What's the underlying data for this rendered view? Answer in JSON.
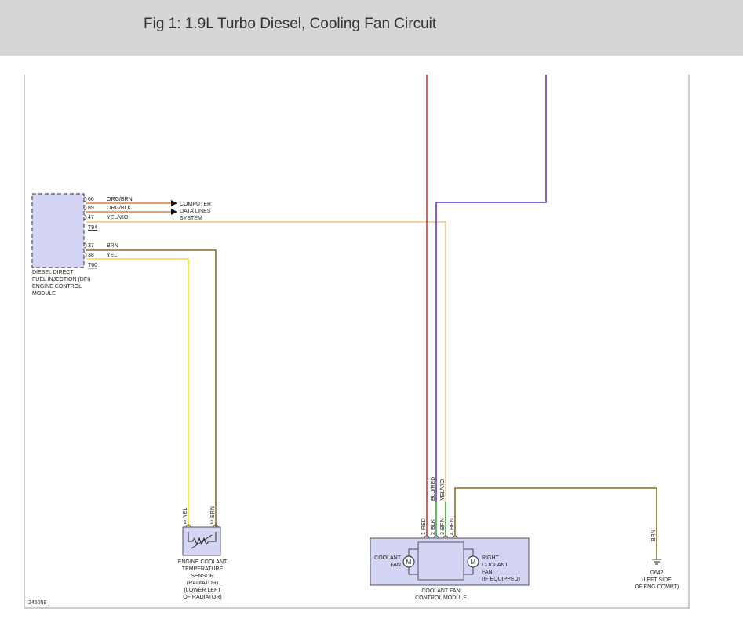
{
  "header": {
    "title": "Fig 1: 1.9L Turbo Diesel, Cooling Fan Circuit"
  },
  "figure_number": "245059",
  "colors": {
    "red": "#e53030",
    "purple": "#5a3fc8",
    "orange": "#e0822a",
    "peach": "#f4c08a",
    "brown": "#8b6a2a",
    "yellow": "#f2e63a",
    "green": "#39a845",
    "module_fill": "#d4d4f4",
    "module_stroke": "#555555"
  },
  "ecm": {
    "name_lines": [
      "DIESEL DIRECT",
      "FUEL INJECTION (DFI)",
      "ENGINE CONTROL",
      "MODULE"
    ],
    "connector_t94": "T94",
    "connector_t60": "T60",
    "pins": [
      {
        "pin": "66",
        "wire": "ORG/BRN"
      },
      {
        "pin": "89",
        "wire": "ORG/BLK"
      },
      {
        "pin": "47",
        "wire": "YEL/VIO"
      },
      {
        "pin": "37",
        "wire": "BRN"
      },
      {
        "pin": "38",
        "wire": "YEL"
      }
    ]
  },
  "data_lines": [
    "COMPUTER",
    "DATA LINES",
    "SYSTEM"
  ],
  "sensor": {
    "name_lines": [
      "ENGINE COOLANT",
      "TEMPERATURE",
      "SENSOR",
      "(RADIATOR)",
      "(LOWER LEFT",
      "OF RADIATOR)"
    ],
    "pins": [
      {
        "pin": "1",
        "wire": "YEL"
      },
      {
        "pin": "2",
        "wire": "BRN"
      }
    ]
  },
  "fan_module": {
    "name_lines": [
      "COOLANT FAN",
      "CONTROL MODULE"
    ],
    "pins": [
      {
        "pin": "1",
        "wire": "RED"
      },
      {
        "pin": "2",
        "wire": "BLK"
      },
      {
        "pin": "3",
        "wire": "BRN"
      },
      {
        "pin": "4",
        "wire": "BRN"
      }
    ],
    "splice_labels": [
      "BLU/RED",
      "YEL/VIO"
    ],
    "left_fan_lines": [
      "COOLANT",
      "FAN"
    ],
    "right_fan_lines": [
      "RIGHT",
      "COOLANT",
      "FAN",
      "(IF EQUIPPED)"
    ],
    "motor_symbol": "M"
  },
  "ground": {
    "wire": "BRN",
    "name_lines": [
      "G642",
      "(LEFT SIDE",
      "OF ENG COMPT)"
    ]
  }
}
